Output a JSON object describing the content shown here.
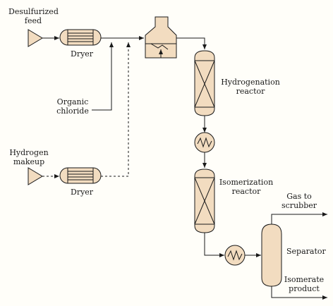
{
  "labels": {
    "desulfurized_feed": [
      "Desulfurized",
      "feed"
    ],
    "dryer_top": "Dryer",
    "dryer_bottom": "Dryer",
    "organic_chloride": [
      "Organic",
      "chloride"
    ],
    "hydrogen_makeup": [
      "Hydrogen",
      "makeup"
    ],
    "hydrogenation_reactor": [
      "Hydrogenation",
      "reactor"
    ],
    "isomerization_reactor": [
      "Isomerization",
      "reactor"
    ],
    "gas_to_scrubber": [
      "Gas to",
      "scrubber"
    ],
    "separator": "Separator",
    "isomerate_product": [
      "Isomerate",
      "product"
    ]
  },
  "colors": {
    "equipment_fill": "#f2dcc0",
    "line": "#1a1a1a"
  }
}
